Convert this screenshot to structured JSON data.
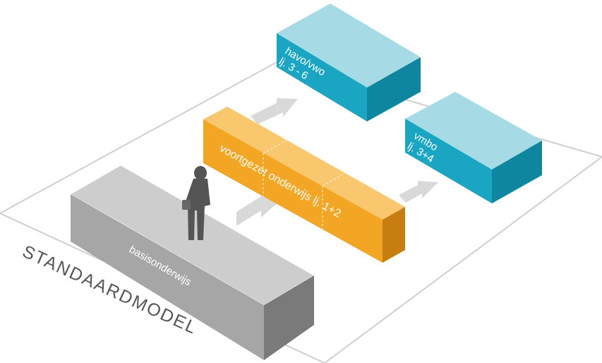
{
  "diagram": {
    "title": "STANDAARDMODEL",
    "blocks": {
      "basis": {
        "label": "basisonderwijs"
      },
      "voortgezet": {
        "label": "voortgezet onderwijs lj. 1+2"
      },
      "havo": {
        "line1": "havo/vwo",
        "line2": "lj. 3 - 6"
      },
      "vmbo": {
        "line1": "vmbo",
        "line2": "lj. 3+4"
      }
    },
    "colors": {
      "grey_top": "#cdcdcd",
      "grey_front": "#a6a6a6",
      "grey_side": "#7a7a7a",
      "orange_top": "#f8c76e",
      "orange_front": "#f3a624",
      "orange_side": "#c77d10",
      "teal_top": "#a6dbe6",
      "teal_front": "#1aa6c2",
      "teal_side": "#0e86a0",
      "arrow": "#d9d9d9"
    }
  }
}
